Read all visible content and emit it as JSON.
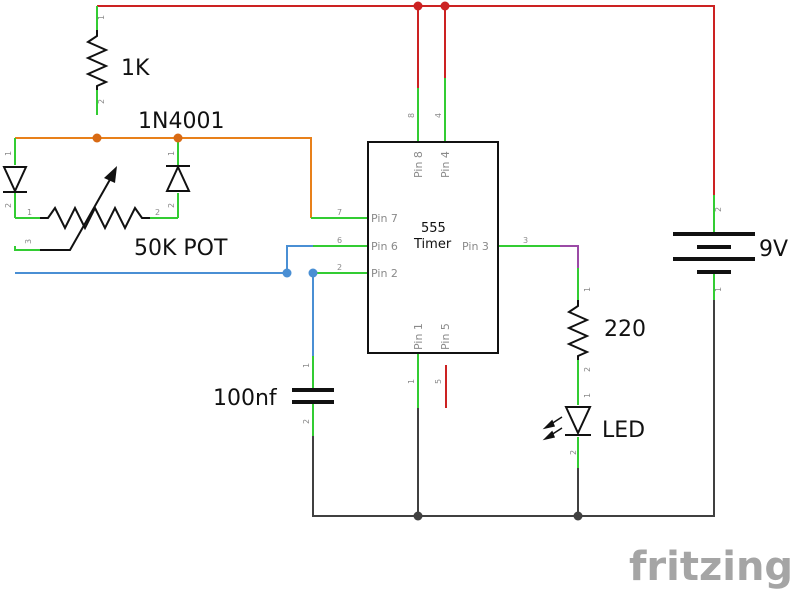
{
  "labels": {
    "r1": "1K",
    "diodes": "1N4001",
    "pot": "50K POT",
    "cap": "100nf",
    "chip_line1": "555",
    "chip_line2": "Timer",
    "r2": "220",
    "led": "LED",
    "battery": "9V"
  },
  "chip_pins": {
    "p8": "Pin 8",
    "p4": "Pin 4",
    "p7": "Pin 7",
    "p6": "Pin 6",
    "p2": "Pin 2",
    "p3": "Pin 3",
    "p1": "Pin 1",
    "p5": "Pin 5"
  },
  "pin_numbers": {
    "r1_top": "1",
    "r1_bot": "2",
    "d1_top": "1",
    "d1_bot": "2",
    "d2_top": "1",
    "d2_bot": "2",
    "pot_1": "1",
    "pot_2": "2",
    "pot_3": "3",
    "chip_8": "8",
    "chip_4": "4",
    "chip_7": "7",
    "chip_6": "6",
    "chip_2": "2",
    "chip_3": "3",
    "chip_1": "1",
    "chip_5": "5",
    "cap_1": "1",
    "cap_2": "2",
    "r2_1": "1",
    "r2_2": "2",
    "led_1": "1",
    "led_2": "2",
    "bat_1": "1",
    "bat_2": "2"
  },
  "logo": "fritzing",
  "colors": {
    "power_wire": "#cc2222",
    "orange_wire": "#e8801a",
    "blue_wire": "#4a8fd4",
    "ground_wire": "#404040",
    "purple_wire": "#9b4aa6",
    "leg": "#33cc33"
  }
}
